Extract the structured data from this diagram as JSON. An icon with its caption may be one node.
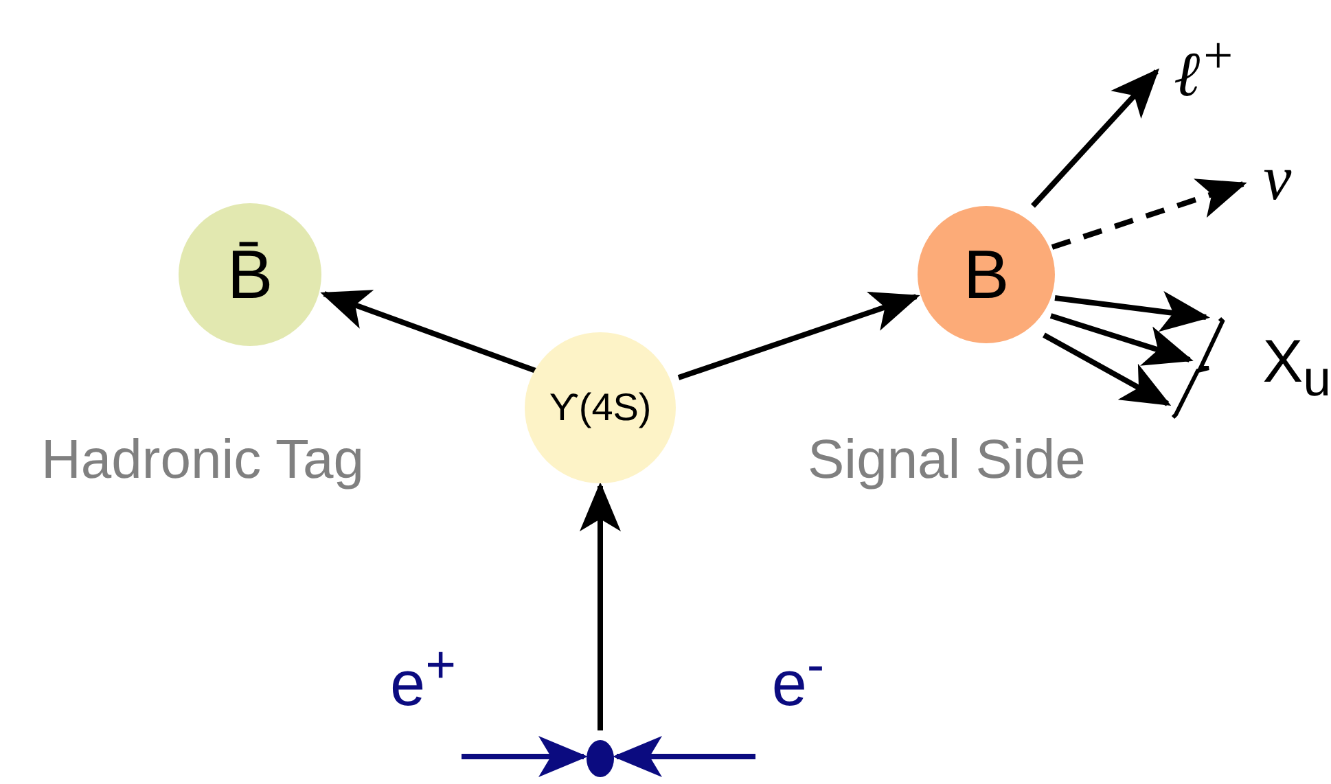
{
  "diagram": {
    "nodes": [
      {
        "text": [
          "B̄"
        ],
        "beside": [
          "Hadronic Tag"
        ]
      },
      {
        "text": [
          "ϒ(4S)"
        ]
      },
      {
        "text": [
          "B"
        ],
        "beside": [
          "Signal Side"
        ]
      },
      {
        "text": [
          "ℓ$^{+}$"
        ]
      },
      {
        "text": [
          "ν"
        ]
      },
      {
        "text": [
          "X$_{u}$"
        ]
      },
      {
        "text": [
          "e$^{+}$"
        ]
      },
      {
        "text": [
          "e$^{-}$"
        ]
      },
      {
        "text": [],
        "shape": "circle"
      }
    ],
    "edges": [
      {
        "from": 1,
        "to": 0,
        "arrow": "to"
      },
      {
        "from": 1,
        "to": 2,
        "arrow": "to"
      },
      {
        "from": 2,
        "to": 3,
        "arrow": "to"
      },
      {
        "from": 2,
        "to": 4,
        "arrow": "to",
        "style": "dashed"
      },
      {
        "from": 2,
        "to": 5,
        "arrow": "to"
      },
      {
        "from": 2,
        "to": 5,
        "arrow": "to"
      },
      {
        "from": 2,
        "to": 5,
        "arrow": "to"
      },
      {
        "from": 6,
        "to": 8,
        "arrow": "to",
        "color": "#0b0b80"
      },
      {
        "from": 7,
        "to": 8,
        "arrow": "to",
        "color": "#0b0b80"
      },
      {
        "from": 8,
        "to": 1,
        "arrow": "to"
      }
    ]
  }
}
